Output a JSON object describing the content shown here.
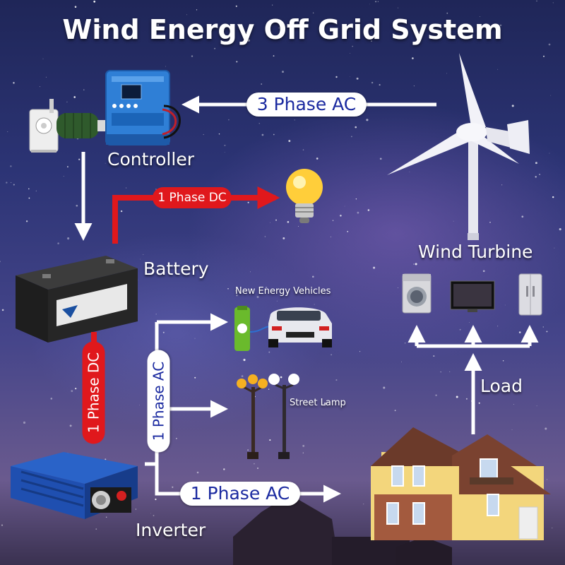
{
  "diagram": {
    "title": "Wind Energy Off Grid System",
    "labels": {
      "controller": "Controller",
      "wind_turbine": "Wind Turbine",
      "battery": "Battery",
      "inverter": "Inverter",
      "load": "Load",
      "new_energy_vehicles": "New Energy Vehicles",
      "street_lamp": "Street Lamp"
    },
    "flows": {
      "three_phase_ac": "3 Phase AC",
      "one_phase_dc_top": "1 Phase DC",
      "one_phase_dc_vertical": "1 Phase DC",
      "one_phase_ac_vertical": "1 Phase AC",
      "one_phase_ac_bottom": "1 Phase AC"
    },
    "colors": {
      "sky_top": "#1f2658",
      "arrow_white": "#ffffff",
      "arrow_red": "#e0181c",
      "pill_text": "#1b2aa0",
      "controller_blue": "#2f7fd6",
      "inverter_blue": "#1f4fb0",
      "house_yellow": "#f3d67c",
      "roof_brown": "#6b3a2a"
    }
  }
}
